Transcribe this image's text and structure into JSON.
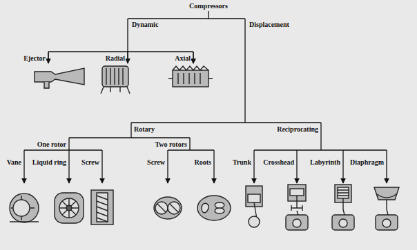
{
  "diagram": {
    "labels": [
      "Compressors",
      "Dynamic",
      "Displacement",
      "Ejector",
      "Radial",
      "Axial",
      "Rotary",
      "Reciprocating",
      "One rotor",
      "Two rotors",
      "Vane",
      "Liquid ring",
      "Screw",
      "Screw",
      "Roots",
      "Trunk",
      "Crosshead",
      "Labyrinth",
      "Diaphragm"
    ]
  }
}
